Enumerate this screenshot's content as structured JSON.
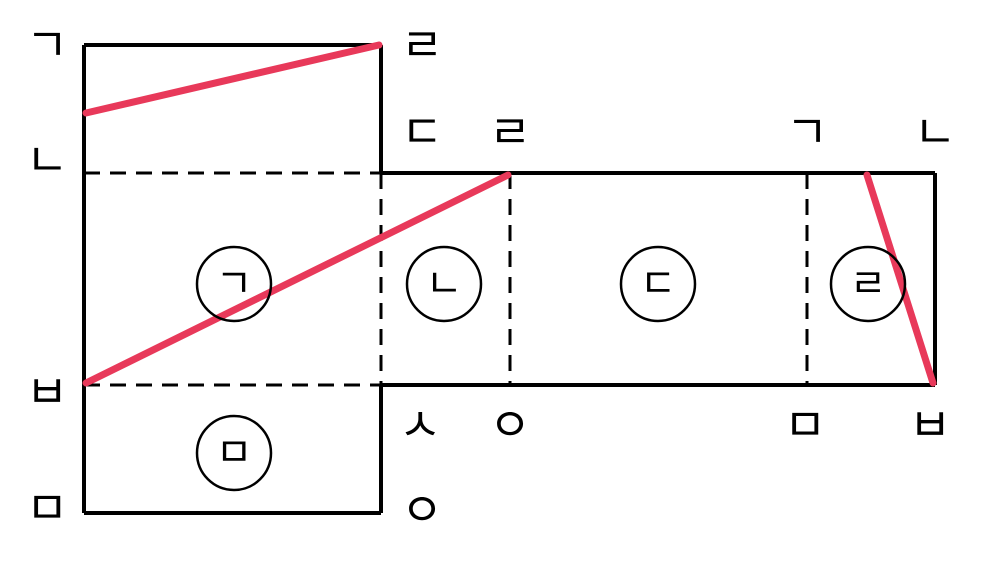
{
  "colors": {
    "outline": "#000000",
    "cut_line": "#e8395a",
    "background": "#ffffff"
  },
  "vertex_labels": {
    "top_left": "ㄱ",
    "top_right": "ㄹ",
    "left_upper": "ㄴ",
    "left_lower": "ㅂ",
    "bottom_left": "ㅁ",
    "strip_top_1": "ㄷ",
    "strip_top_2": "ㄹ",
    "strip_top_3": "ㄱ",
    "strip_top_4": "ㄴ",
    "strip_bottom_1": "ㅅ",
    "strip_bottom_2": "ㅇ",
    "strip_bottom_3": "ㅁ",
    "strip_bottom_4": "ㅂ",
    "bottom_right": "ㅇ"
  },
  "face_labels": {
    "face1": "ㄱ",
    "face2": "ㄴ",
    "face3": "ㄷ",
    "face4": "ㄹ",
    "face5": "ㅁ"
  }
}
